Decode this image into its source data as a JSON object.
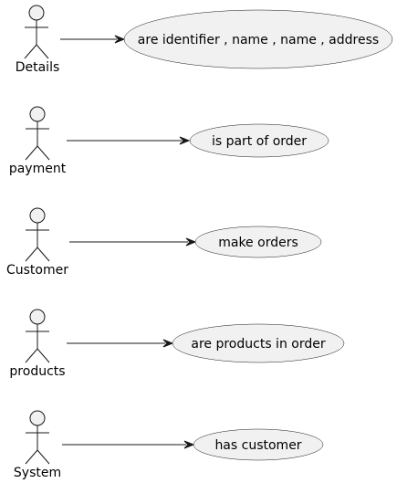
{
  "relations": [
    {
      "actor": "Details",
      "usecase": "are identifier , name , name , address"
    },
    {
      "actor": "payment",
      "usecase": "is part of order"
    },
    {
      "actor": "Customer",
      "usecase": "make orders"
    },
    {
      "actor": "products",
      "usecase": "are products in order"
    },
    {
      "actor": "System",
      "usecase": "has customer"
    }
  ]
}
